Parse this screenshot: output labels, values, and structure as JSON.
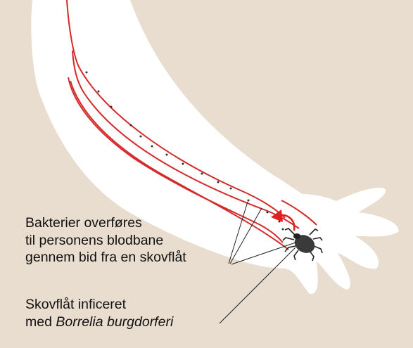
{
  "labels": {
    "bacteria": {
      "line1": "Bakterier overføres",
      "line2": "til personens blodbane",
      "line3": "gennem bid fra en skovflåt"
    },
    "tick": {
      "line1": "Skovflåt inficeret",
      "line2_prefix": "med ",
      "line2_species": "Borrelia burgdorferi"
    }
  },
  "colors": {
    "background": "#e8ddcf",
    "arm": "#ffffff",
    "vessel": "#d42a2a",
    "tick": "#333333",
    "text": "#111111"
  }
}
